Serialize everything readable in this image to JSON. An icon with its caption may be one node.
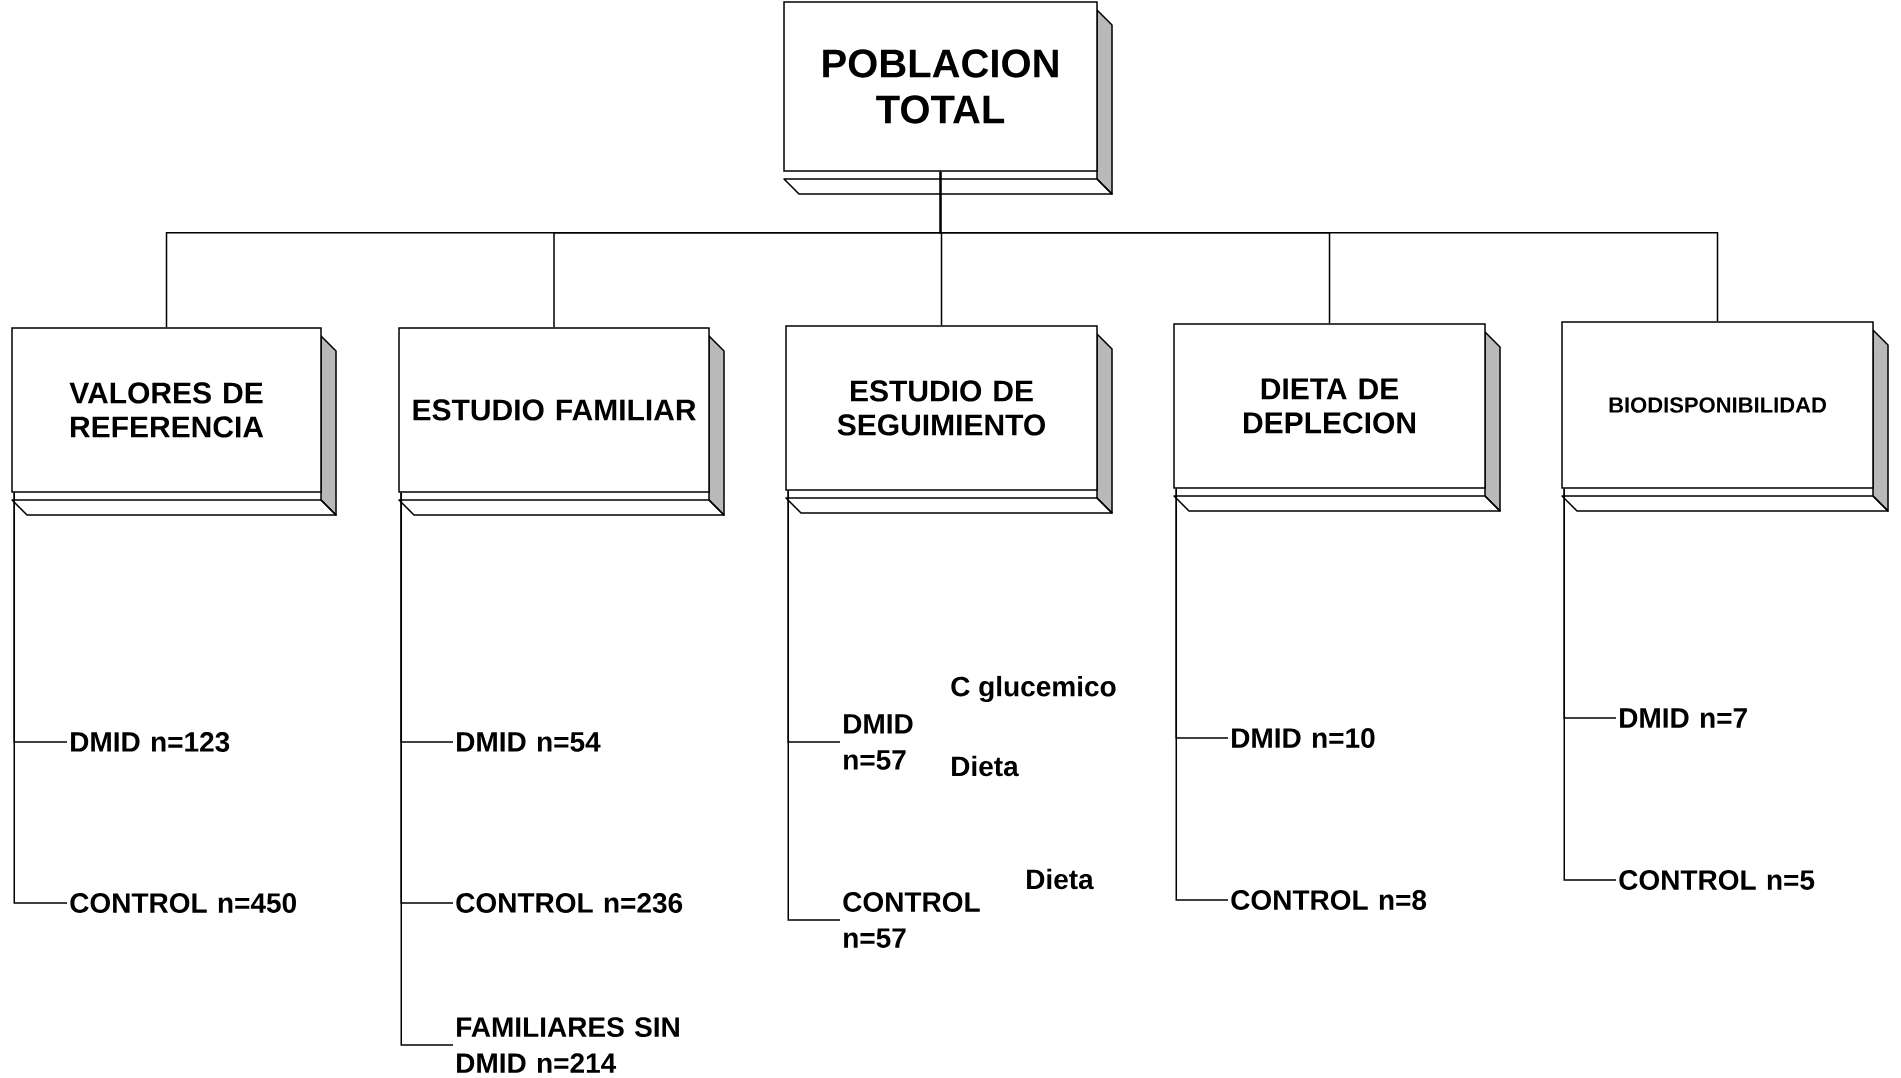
{
  "diagram": {
    "nodes": [
      {
        "text": [
          "POBLACION TOTAL"
        ]
      },
      {
        "text": [
          "VALORES DE REFERENCIA"
        ]
      },
      {
        "text": [
          "ESTUDIO FAMILIAR"
        ]
      },
      {
        "text": [
          "ESTUDIO DE SEGUIMIENTO"
        ]
      },
      {
        "text": [
          "DIETA DE DEPLECION"
        ]
      },
      {
        "text": [
          "BIODISPONIBILIDAD"
        ]
      },
      {
        "text": [
          "DMID n=123"
        ]
      },
      {
        "text": [
          "CONTROL n=450"
        ]
      },
      {
        "text": [
          "DMID n=54"
        ]
      },
      {
        "text": [
          "CONTROL n=236"
        ]
      },
      {
        "text": [
          "FAMILIARES SIN DMID n=214"
        ]
      },
      {
        "text": [
          "DMID n=57"
        ],
        "beside": [
          "C glucemico",
          "Dieta"
        ]
      },
      {
        "text": [
          "CONTROL n=57"
        ],
        "beside": [
          "Dieta"
        ]
      },
      {
        "text": [
          "DMID n=10"
        ]
      },
      {
        "text": [
          "CONTROL n=8"
        ]
      },
      {
        "text": [
          "DMID n=7"
        ]
      },
      {
        "text": [
          "CONTROL n=5"
        ]
      }
    ],
    "edges": [
      {
        "from": 0,
        "to": 1,
        "arrow": "none"
      },
      {
        "from": 0,
        "to": 2,
        "arrow": "none"
      },
      {
        "from": 0,
        "to": 3,
        "arrow": "none"
      },
      {
        "from": 0,
        "to": 4,
        "arrow": "none"
      },
      {
        "from": 0,
        "to": 5,
        "arrow": "none"
      },
      {
        "from": 1,
        "to": 6,
        "arrow": "none"
      },
      {
        "from": 1,
        "to": 7,
        "arrow": "none"
      },
      {
        "from": 2,
        "to": 8,
        "arrow": "none"
      },
      {
        "from": 2,
        "to": 9,
        "arrow": "none"
      },
      {
        "from": 2,
        "to": 10,
        "arrow": "none"
      },
      {
        "from": 3,
        "to": 11,
        "arrow": "none"
      },
      {
        "from": 3,
        "to": 12,
        "arrow": "none"
      },
      {
        "from": 4,
        "to": 13,
        "arrow": "none"
      },
      {
        "from": 4,
        "to": 14,
        "arrow": "none"
      },
      {
        "from": 5,
        "to": 15,
        "arrow": "none"
      },
      {
        "from": 5,
        "to": 16,
        "arrow": "none"
      }
    ]
  }
}
